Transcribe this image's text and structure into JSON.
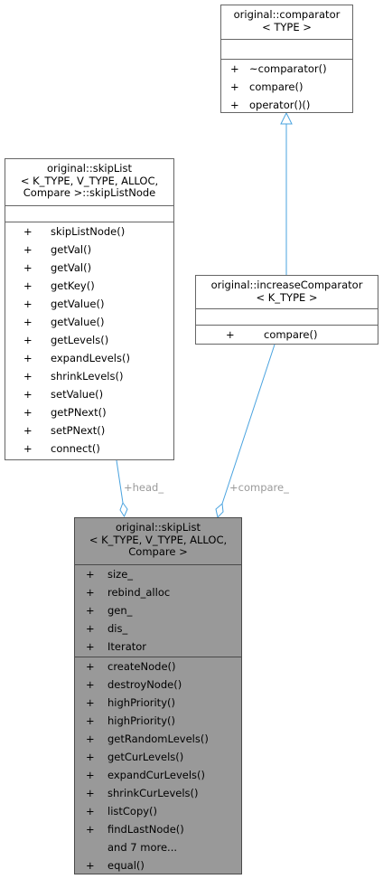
{
  "comparator": {
    "title": [
      "original::comparator",
      "< TYPE >"
    ],
    "methods": [
      {
        "vis": "+",
        "name": "~comparator()"
      },
      {
        "vis": "+",
        "name": "compare()"
      },
      {
        "vis": "+",
        "name": "operator()()"
      }
    ]
  },
  "skipListNode": {
    "title": [
      "original::skipList",
      "< K_TYPE, V_TYPE, ALLOC,",
      "Compare >::skipListNode"
    ],
    "methods": [
      {
        "vis": "+",
        "name": "skipListNode()"
      },
      {
        "vis": "+",
        "name": "getVal()"
      },
      {
        "vis": "+",
        "name": "getVal()"
      },
      {
        "vis": "+",
        "name": "getKey()"
      },
      {
        "vis": "+",
        "name": "getValue()"
      },
      {
        "vis": "+",
        "name": "getValue()"
      },
      {
        "vis": "+",
        "name": "getLevels()"
      },
      {
        "vis": "+",
        "name": "expandLevels()"
      },
      {
        "vis": "+",
        "name": "shrinkLevels()"
      },
      {
        "vis": "+",
        "name": "setValue()"
      },
      {
        "vis": "+",
        "name": "getPNext()"
      },
      {
        "vis": "+",
        "name": "setPNext()"
      },
      {
        "vis": "+",
        "name": "connect()"
      }
    ]
  },
  "increaseComparator": {
    "title": [
      "original::increaseComparator",
      "< K_TYPE >"
    ],
    "methods": [
      {
        "vis": "+",
        "name": "compare()"
      }
    ]
  },
  "skipList": {
    "title": [
      "original::skipList",
      "< K_TYPE, V_TYPE, ALLOC,",
      "Compare >"
    ],
    "attributes": [
      {
        "vis": "+",
        "name": "size_"
      },
      {
        "vis": "+",
        "name": "rebind_alloc"
      },
      {
        "vis": "+",
        "name": "gen_"
      },
      {
        "vis": "+",
        "name": "dis_"
      },
      {
        "vis": "+",
        "name": "Iterator"
      }
    ],
    "methods": [
      {
        "vis": "+",
        "name": "createNode()"
      },
      {
        "vis": "+",
        "name": "destroyNode()"
      },
      {
        "vis": "+",
        "name": "highPriority()"
      },
      {
        "vis": "+",
        "name": "highPriority()"
      },
      {
        "vis": "+",
        "name": "getRandomLevels()"
      },
      {
        "vis": "+",
        "name": "getCurLevels()"
      },
      {
        "vis": "+",
        "name": "expandCurLevels()"
      },
      {
        "vis": "+",
        "name": "shrinkCurLevels()"
      },
      {
        "vis": "+",
        "name": "listCopy()"
      },
      {
        "vis": "+",
        "name": "findLastNode()"
      },
      {
        "vis": "",
        "name": "and 7 more..."
      },
      {
        "vis": "+",
        "name": "equal()"
      }
    ]
  },
  "edges": {
    "head_label": "+head_",
    "compare_label": "+compare_"
  },
  "colors": {
    "edge": "#4aa3df",
    "main_fill": "#999999",
    "edge_label": "#9a9a9a"
  }
}
